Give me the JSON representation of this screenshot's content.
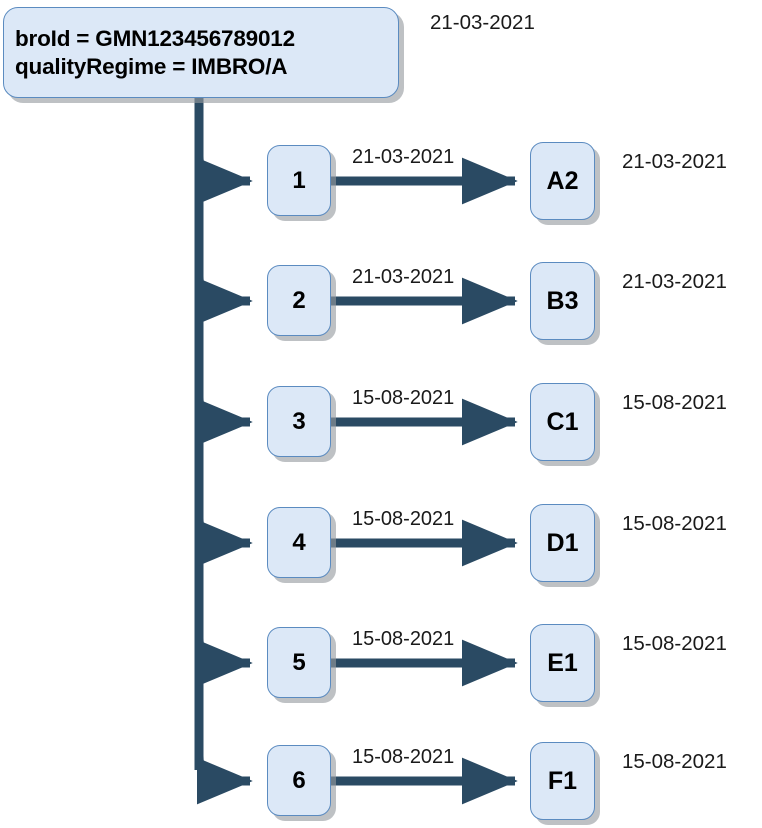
{
  "diagram": {
    "type": "tree-flow",
    "trunk_color": "#2a4a63",
    "node_fill": "#dce8f7",
    "node_border": "#5b8bc0",
    "root": {
      "text": "broId = GMN123456789012\nqualityRegime = IMBRO/A",
      "line1": "broId = GMN123456789012",
      "line2": "qualityRegime = IMBRO/A",
      "date_label": "21-03-2021"
    },
    "rows": [
      {
        "source_label": "1",
        "edge_date": "21-03-2021",
        "target_label": "A2",
        "target_date": "21-03-2021"
      },
      {
        "source_label": "2",
        "edge_date": "21-03-2021",
        "target_label": "B3",
        "target_date": "21-03-2021"
      },
      {
        "source_label": "3",
        "edge_date": "15-08-2021",
        "target_label": "C1",
        "target_date": "15-08-2021"
      },
      {
        "source_label": "4",
        "edge_date": "15-08-2021",
        "target_label": "D1",
        "target_date": "15-08-2021"
      },
      {
        "source_label": "5",
        "edge_date": "15-08-2021",
        "target_label": "E1",
        "target_date": "15-08-2021"
      },
      {
        "source_label": "6",
        "edge_date": "15-08-2021",
        "target_label": "F1",
        "target_date": "15-08-2021"
      }
    ]
  }
}
